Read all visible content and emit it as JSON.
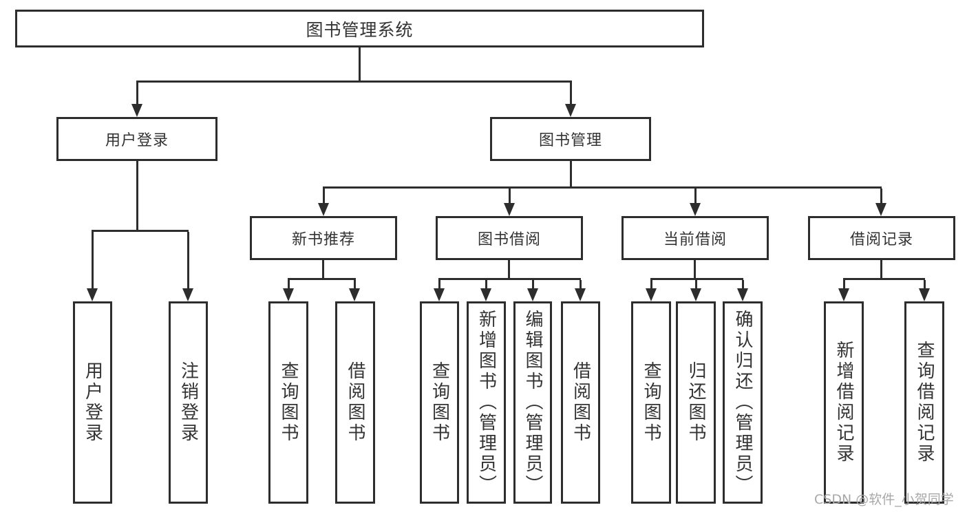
{
  "colors": {
    "ink": "#2d2d2d",
    "text": "#333333",
    "watermark_gray": "#a8a8a8"
  },
  "watermark": "CSDN @软件_小贺同学",
  "tree": {
    "root": {
      "label": "图书管理系统"
    },
    "user": {
      "label": "用户登录",
      "children": [
        {
          "label": "用户登录"
        },
        {
          "label": "注销登录"
        }
      ]
    },
    "mgmt": {
      "label": "图书管理",
      "groups": [
        {
          "label": "新书推荐",
          "children": [
            {
              "label": "查询图书"
            },
            {
              "label": "借阅图书"
            }
          ]
        },
        {
          "label": "图书借阅",
          "children": [
            {
              "label": "查询图书"
            },
            {
              "label": "新增图书（管理员）"
            },
            {
              "label": "编辑图书（管理员）"
            },
            {
              "label": "借阅图书"
            }
          ]
        },
        {
          "label": "当前借阅",
          "children": [
            {
              "label": "查询图书"
            },
            {
              "label": "归还图书"
            },
            {
              "label": "确认归还（管理员）"
            }
          ]
        },
        {
          "label": "借阅记录",
          "children": [
            {
              "label": "新增借阅记录"
            },
            {
              "label": "查询借阅记录"
            }
          ]
        }
      ]
    }
  }
}
